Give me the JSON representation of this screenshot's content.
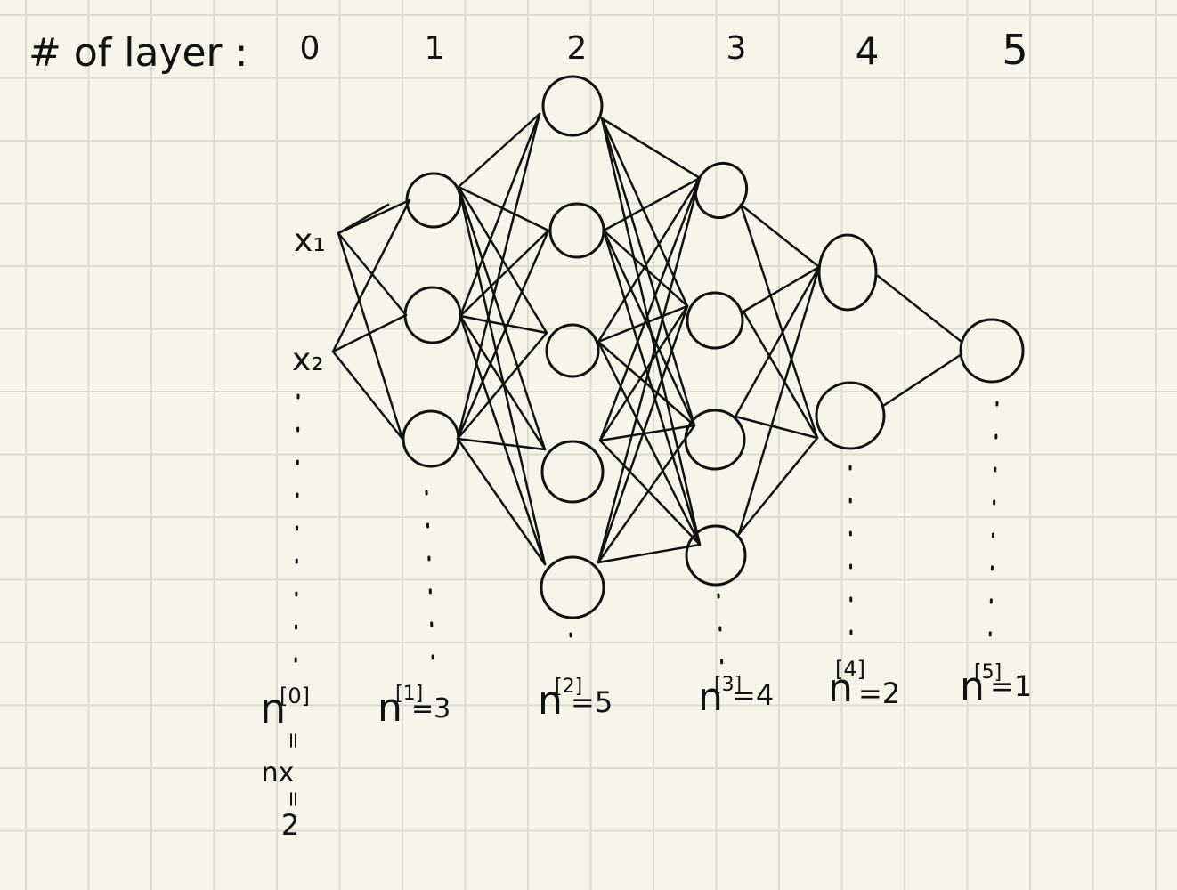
{
  "header": {
    "label": "# of layer :",
    "layer_numbers": [
      "0",
      "1",
      "2",
      "3",
      "4",
      "5"
    ]
  },
  "inputs": [
    "x₁",
    "x₂"
  ],
  "layers": [
    {
      "index": 0,
      "units": 2,
      "label_main": "n",
      "label_sup": "[0]",
      "label_rest": "",
      "extra": [
        "=",
        "nx",
        "=",
        "2"
      ]
    },
    {
      "index": 1,
      "units": 3,
      "label_main": "n",
      "label_sup": "[1]",
      "label_rest": "=3"
    },
    {
      "index": 2,
      "units": 5,
      "label_main": "n",
      "label_sup": "[2]",
      "label_rest": "=5"
    },
    {
      "index": 3,
      "units": 4,
      "label_main": "n",
      "label_sup": "[3]",
      "label_rest": "=4"
    },
    {
      "index": 4,
      "units": 2,
      "label_main": "n",
      "label_sup": "[4]",
      "label_rest": "=2"
    },
    {
      "index": 5,
      "units": 1,
      "label_main": "n",
      "label_sup": "[5]",
      "label_rest": "=1"
    }
  ]
}
